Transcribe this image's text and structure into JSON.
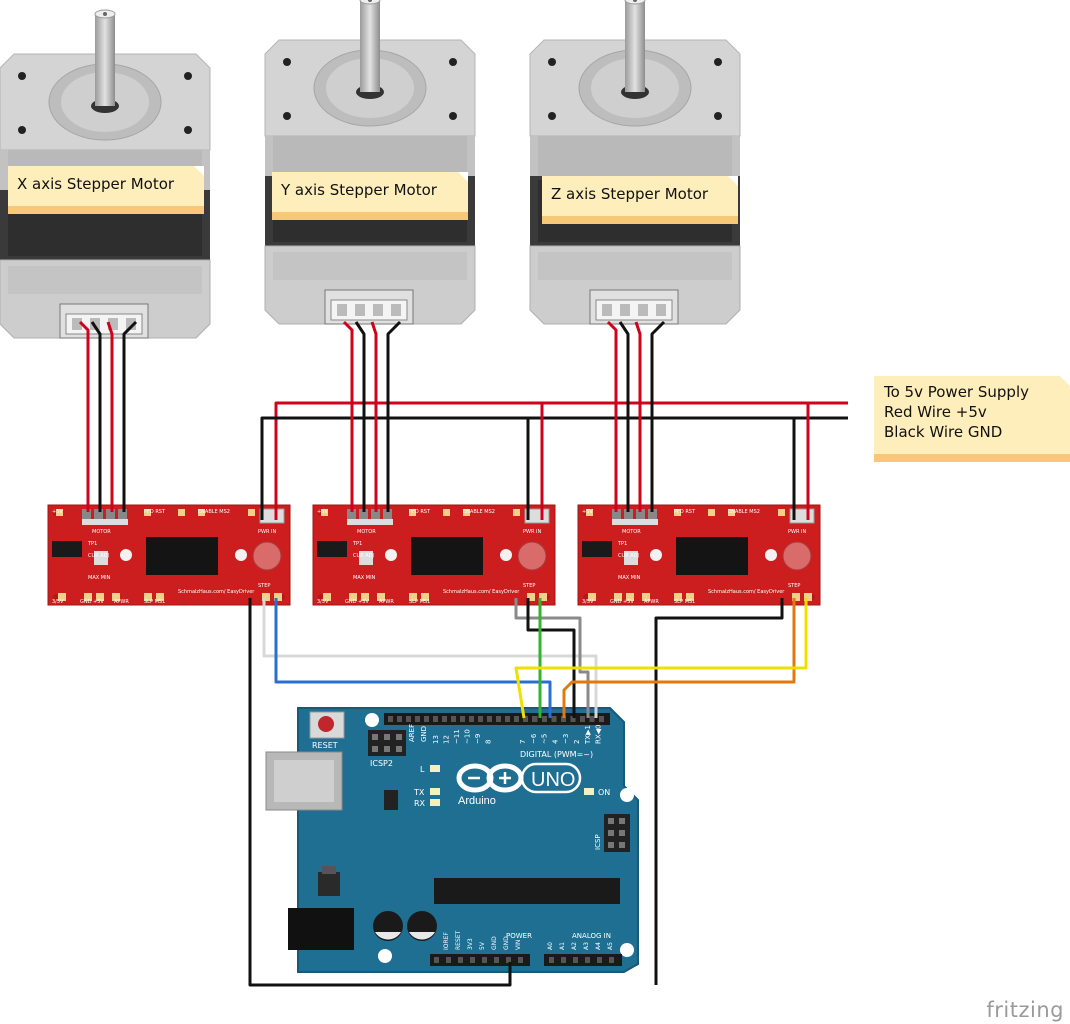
{
  "motors": [
    {
      "label": "X axis Stepper Motor"
    },
    {
      "label": "Y axis Stepper Motor"
    },
    {
      "label": "Z axis Stepper Motor"
    }
  ],
  "power_note": {
    "line1": "To 5v  Power Supply",
    "line2": "Red Wire +5v",
    "line3": "Black Wire GND"
  },
  "driver": {
    "label_motor": "MOTOR",
    "label_pfd_rst": "PFD RST",
    "label_enable_ms2": "ENABLE MS2",
    "label_pwr_in": "PWR IN",
    "label_step": "STEP",
    "label_tp1": "TP1",
    "label_sleep": "SLP MS1",
    "label_url": "SchmalzHaus.com/ EasyDriver",
    "label_5v": "+5V",
    "label_gnd": "GND +5V",
    "label_apwr": "APWR",
    "label_3v": "3/5V",
    "label_cur": "CUR  ADJ",
    "label_max": "MAX  MIN"
  },
  "arduino": {
    "brand": "Arduino",
    "model": "UNO",
    "reset": "RESET",
    "icsp2": "ICSP2",
    "icsp": "ICSP",
    "digital": "DIGITAL (PWM=~)",
    "tx": "TX",
    "rx": "RX",
    "l": "L",
    "on": "ON",
    "power": "POWER",
    "analog": "ANALOG IN",
    "aref": "AREF",
    "gnd": "GND",
    "pins_top": [
      "13",
      "12",
      "~11",
      "~10",
      "~9",
      "8",
      "7",
      "~6",
      "~5",
      "4",
      "~3",
      "2",
      "TX▶1",
      "RX◀0"
    ],
    "pins_power": [
      "IOREF",
      "RESET",
      "3V3",
      "5V",
      "GND",
      "GND",
      "VIN"
    ],
    "pins_analog": [
      "A0",
      "A1",
      "A2",
      "A3",
      "A4",
      "A5"
    ]
  },
  "watermark": "fritzing",
  "colors": {
    "wire_red": "#d0021b",
    "wire_black": "#111111",
    "wire_blue": "#2a6fcf",
    "wire_white": "#d8d8d8",
    "wire_gray": "#8a8a8a",
    "wire_green": "#2fb52f",
    "wire_yellow": "#f0e000",
    "wire_orange": "#e07a10",
    "driver_red": "#cc1e1e",
    "arduino_blue": "#1f6f93",
    "note_bg": "#fdeebb"
  }
}
